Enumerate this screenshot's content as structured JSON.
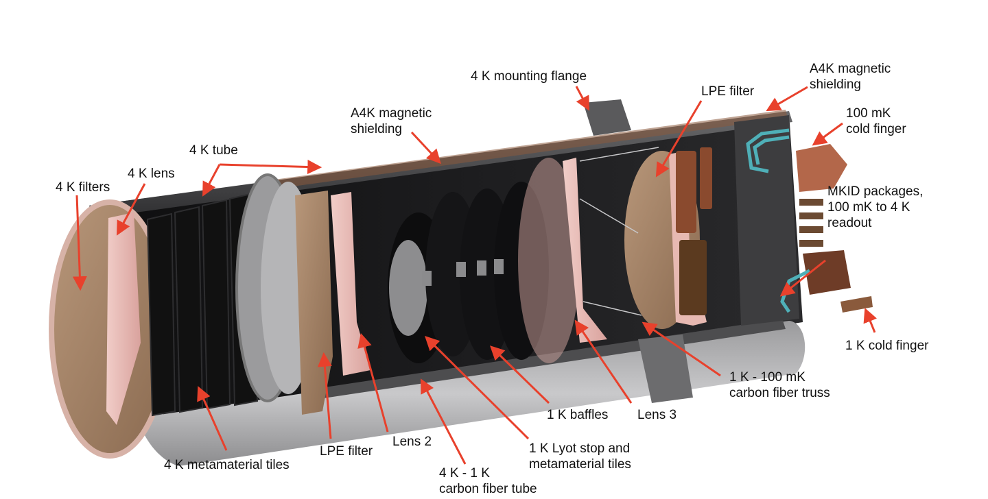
{
  "labels": {
    "mount_flange": "4 K mounting flange",
    "a4k_shield_right": "A4K magnetic\nshielding",
    "lpe_filter_top": "LPE filter",
    "a4k_shield_mid": "A4K magnetic\nshielding",
    "cold_finger_100mk": "100 mK\ncold finger",
    "tube_4k": "4 K tube",
    "lens_4k": "4 K lens",
    "filters_4k": "4 K filters",
    "mkid_packages": "MKID packages,\n100 mK to 4 K\nreadout",
    "cold_finger_1k": "1 K cold finger",
    "truss": "1 K - 100 mK\ncarbon fiber truss",
    "baffles_1k": "1 K baffles",
    "lens_3": "Lens 3",
    "lens_2": "Lens 2",
    "lyot_stop": "1 K Lyot stop and\nmetamaterial tiles",
    "lpe_filter_bottom": "LPE filter",
    "metamaterial_tiles": "4 K metamaterial tiles",
    "cf_tube": "4 K - 1 K\ncarbon fiber tube"
  },
  "colors": {
    "arrow": "#e8412c",
    "cryostat_shell": "#4a4a4a",
    "shell_outer": "#b9b9bb",
    "lens_pink": "#e9b8b4",
    "filter_tan": "#a58466",
    "copper": "#8a4a2e",
    "pipe": "#4fb0b8"
  }
}
